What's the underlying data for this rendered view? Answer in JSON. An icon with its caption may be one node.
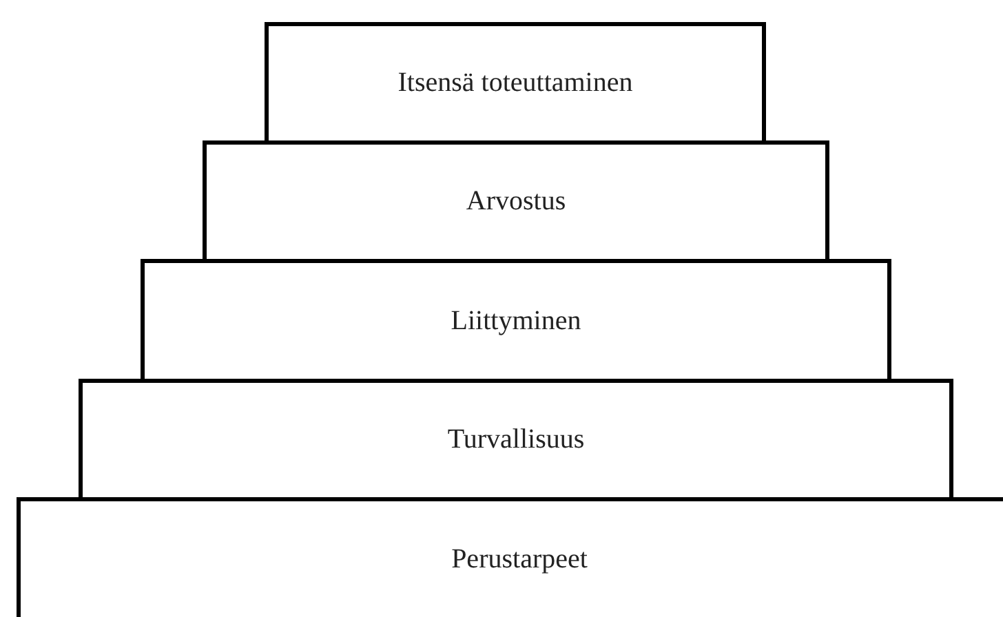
{
  "diagram": {
    "nodes": [
      {
        "text": [
          "Itsensä toteuttaminen"
        ]
      },
      {
        "text": [
          "Arvostus"
        ]
      },
      {
        "text": [
          "Liittyminen"
        ]
      },
      {
        "text": [
          "Turvallisuus"
        ]
      },
      {
        "text": [
          "Perustarpeet"
        ]
      }
    ]
  }
}
